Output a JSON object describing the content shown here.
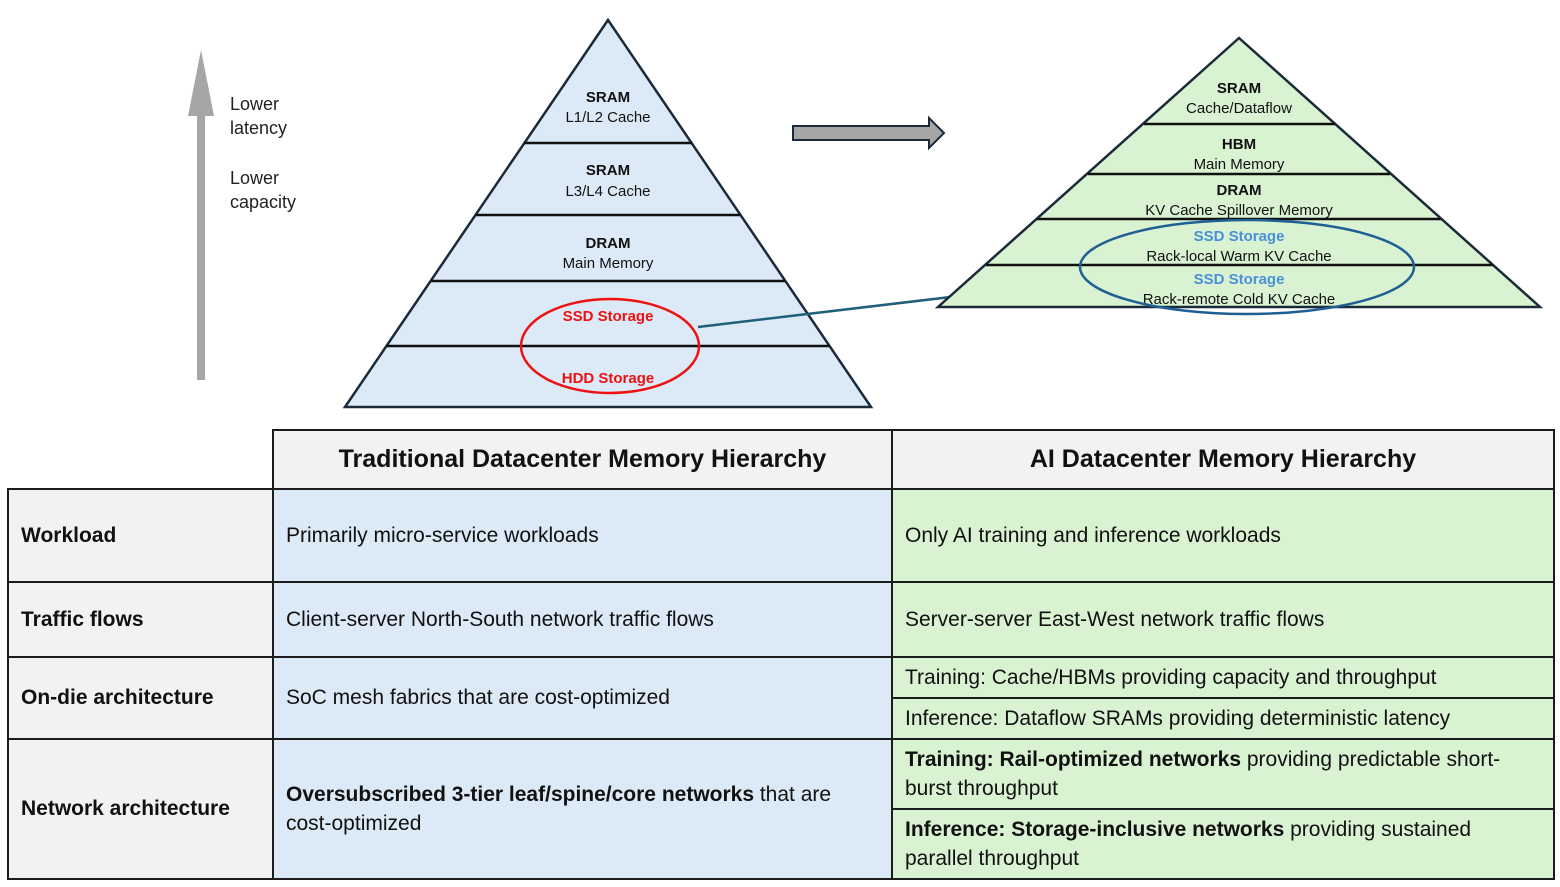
{
  "legend": {
    "line1": "Lower",
    "line2": "latency",
    "line3": "Lower",
    "line4": "capacity"
  },
  "traditional_pyramid": {
    "fill": "#dce9f6",
    "layers": [
      {
        "title": "SRAM",
        "subtitle": "L1/L2 Cache"
      },
      {
        "title": "SRAM",
        "subtitle": "L3/L4 Cache"
      },
      {
        "title": "DRAM",
        "subtitle": "Main Memory"
      },
      {
        "title": "SSD Storage",
        "subtitle": ""
      },
      {
        "title": "HDD Storage",
        "subtitle": ""
      }
    ],
    "highlight_color": "#ee1111"
  },
  "ai_pyramid": {
    "fill": "#d9f2d2",
    "layers": [
      {
        "title": "SRAM",
        "subtitle": "Cache/Dataflow"
      },
      {
        "title": "HBM",
        "subtitle": "Main Memory"
      },
      {
        "title": "DRAM",
        "subtitle": "KV Cache Spillover Memory"
      },
      {
        "title": "SSD Storage",
        "subtitle": "Rack-local Warm KV Cache"
      },
      {
        "title": "SSD Storage",
        "subtitle": "Rack-remote Cold KV Cache"
      }
    ],
    "highlight_color": "#1f5f94"
  },
  "table": {
    "headers": [
      "Traditional Datacenter Memory Hierarchy",
      "AI Datacenter Memory Hierarchy"
    ],
    "rows": {
      "workload": {
        "label": "Workload",
        "traditional": "Primarily micro-service workloads",
        "ai": "Only AI training and inference workloads"
      },
      "traffic": {
        "label": "Traffic flows",
        "traditional": "Client-server North-South network traffic flows",
        "ai": "Server-server East-West network traffic flows"
      },
      "ondie": {
        "label": "On-die architecture",
        "traditional": "SoC mesh fabrics that are cost-optimized",
        "ai_training": "Training: Cache/HBMs providing capacity and throughput",
        "ai_inference": "Inference: Dataflow SRAMs providing deterministic latency"
      },
      "network": {
        "label": "Network architecture",
        "traditional_bold": "Oversubscribed 3-tier leaf/spine/core networks",
        "traditional_rest": " that are cost-optimized",
        "ai_training_bold": "Training: Rail-optimized networks",
        "ai_training_rest": " providing predictable short-burst throughput",
        "ai_inference_bold": "Inference: Storage-inclusive networks",
        "ai_inference_rest": " providing sustained parallel throughput"
      }
    }
  }
}
